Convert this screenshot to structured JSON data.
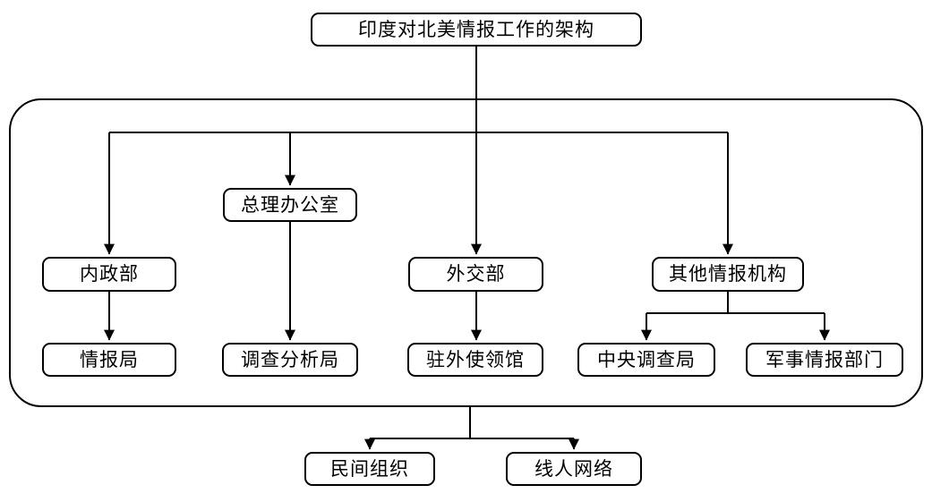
{
  "diagram": {
    "title": "印度对北美情报工作的架构",
    "line_color": "#000000",
    "box_fill": "#ffffff",
    "nodes": {
      "root": "印度对北美情报工作的架构",
      "pm_office": "总理办公室",
      "interior_ministry": "内政部",
      "foreign_ministry": "外交部",
      "other_intel_agencies": "其他情报机构",
      "intelligence_bureau": "情报局",
      "research_analysis_wing": "调查分析局",
      "overseas_missions": "驻外使领馆",
      "central_bureau_investigation": "中央调查局",
      "military_intel": "军事情报部门",
      "civil_organizations": "民间组织",
      "informant_network": "线人网络"
    },
    "edges": [
      {
        "from": "root",
        "to": "interior_ministry"
      },
      {
        "from": "root",
        "to": "pm_office"
      },
      {
        "from": "root",
        "to": "foreign_ministry"
      },
      {
        "from": "root",
        "to": "other_intel_agencies"
      },
      {
        "from": "interior_ministry",
        "to": "intelligence_bureau"
      },
      {
        "from": "pm_office",
        "to": "research_analysis_wing"
      },
      {
        "from": "foreign_ministry",
        "to": "overseas_missions"
      },
      {
        "from": "other_intel_agencies",
        "to": "central_bureau_investigation"
      },
      {
        "from": "other_intel_agencies",
        "to": "military_intel"
      },
      {
        "from": "agency_group_frame",
        "to": "civil_organizations"
      },
      {
        "from": "agency_group_frame",
        "to": "informant_network"
      }
    ]
  }
}
